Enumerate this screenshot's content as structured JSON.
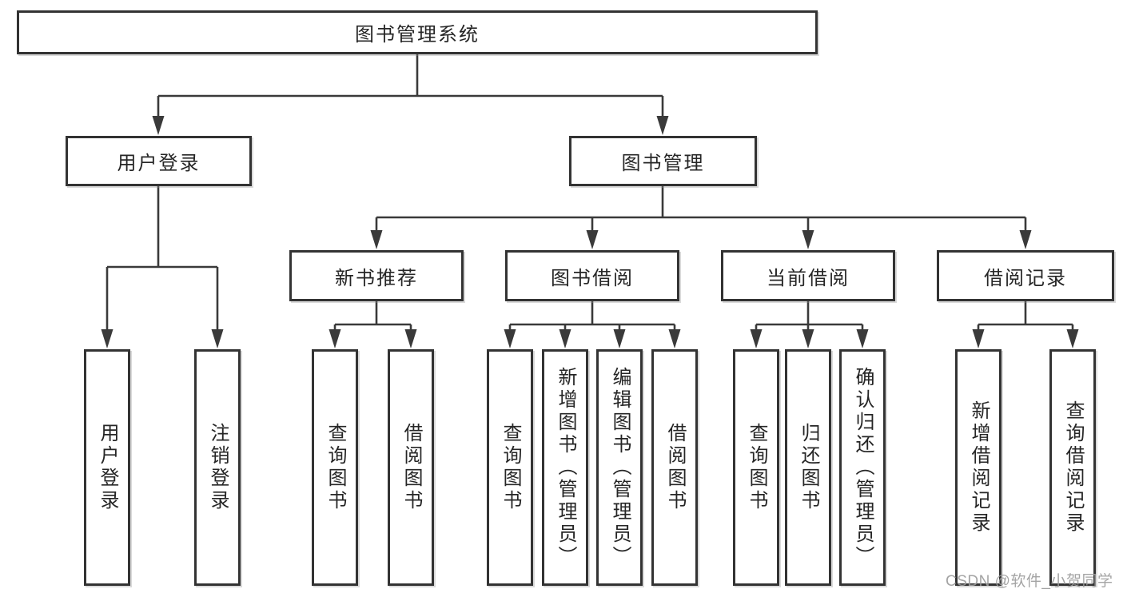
{
  "watermark": "CSDN @软件_小贺同学",
  "colors": {
    "line": "#3a3a3a",
    "box_border": "#333333",
    "box_fill": "#ffffff",
    "text": "#262626",
    "watermark": "#9d9d9d",
    "background": "#ffffff"
  },
  "tree": {
    "label": "图书管理系统",
    "children": [
      {
        "label": "用户登录",
        "children": [
          {
            "label": "用户登录"
          },
          {
            "label": "注销登录"
          }
        ]
      },
      {
        "label": "图书管理",
        "children": [
          {
            "label": "新书推荐",
            "children": [
              {
                "label": "查询图书"
              },
              {
                "label": "借阅图书"
              }
            ]
          },
          {
            "label": "图书借阅",
            "children": [
              {
                "label": "查询图书"
              },
              {
                "label": "新增图书（管理员）"
              },
              {
                "label": "编辑图书（管理员）"
              },
              {
                "label": "借阅图书"
              }
            ]
          },
          {
            "label": "当前借阅",
            "children": [
              {
                "label": "查询图书"
              },
              {
                "label": "归还图书"
              },
              {
                "label": "确认归还（管理员）"
              }
            ]
          },
          {
            "label": "借阅记录",
            "children": [
              {
                "label": "新增借阅记录"
              },
              {
                "label": "查询借阅记录"
              }
            ]
          }
        ]
      }
    ]
  }
}
